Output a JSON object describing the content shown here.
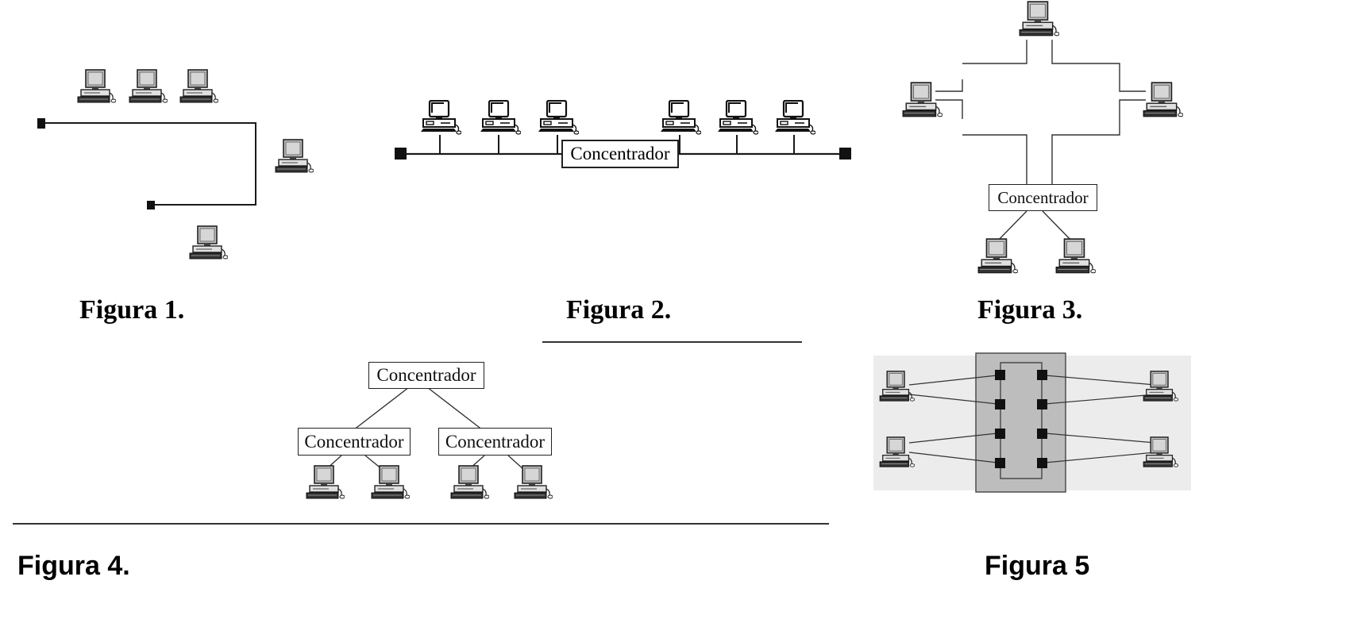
{
  "figures": {
    "fig1": {
      "caption": "Figura 1."
    },
    "fig2": {
      "caption": "Figura 2.",
      "hub": "Concentrador"
    },
    "fig3": {
      "caption": "Figura 3.",
      "hub": "Concentrador"
    },
    "fig4": {
      "caption": "Figura 4.",
      "hub_root": "Concentrador",
      "hub_left": "Concentrador",
      "hub_right": "Concentrador"
    },
    "fig5": {
      "caption": "Figura 5"
    }
  },
  "icons": {
    "computer": "computer-icon",
    "terminator": "terminator-icon",
    "hub_port": "port-icon"
  },
  "colors": {
    "line": "#1a1a1a",
    "monitor_fill": "#c8c8c8",
    "fig5_background": "#ececec",
    "fig5_device": "#bdbdbd"
  }
}
